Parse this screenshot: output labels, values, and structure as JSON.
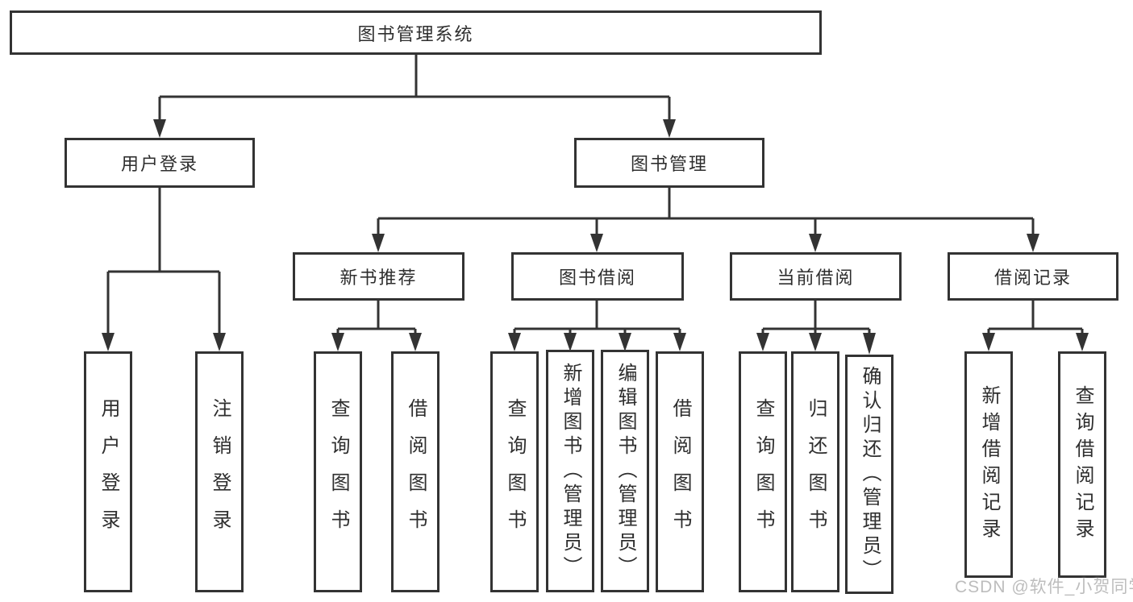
{
  "watermark": "CSDN @软件_小贺同学",
  "colors": {
    "line": "#333333",
    "text": "#2e2e2e",
    "box_background": "#ffffff",
    "watermark": "#bdbdbd"
  },
  "tree": {
    "root": "图书管理系统",
    "children": [
      {
        "label": "用户登录",
        "children": [
          "用户登录",
          "注销登录"
        ]
      },
      {
        "label": "图书管理",
        "children": [
          {
            "label": "新书推荐",
            "children": [
              "查询图书",
              "借阅图书"
            ]
          },
          {
            "label": "图书借阅",
            "children": [
              "查询图书",
              "新增图书（管理员）",
              "编辑图书（管理员）",
              "借阅图书"
            ]
          },
          {
            "label": "当前借阅",
            "children": [
              "查询图书",
              "归还图书",
              "确认归还（管理员）"
            ]
          },
          {
            "label": "借阅记录",
            "children": [
              "新增借阅记录",
              "查询借阅记录"
            ]
          }
        ]
      }
    ]
  }
}
